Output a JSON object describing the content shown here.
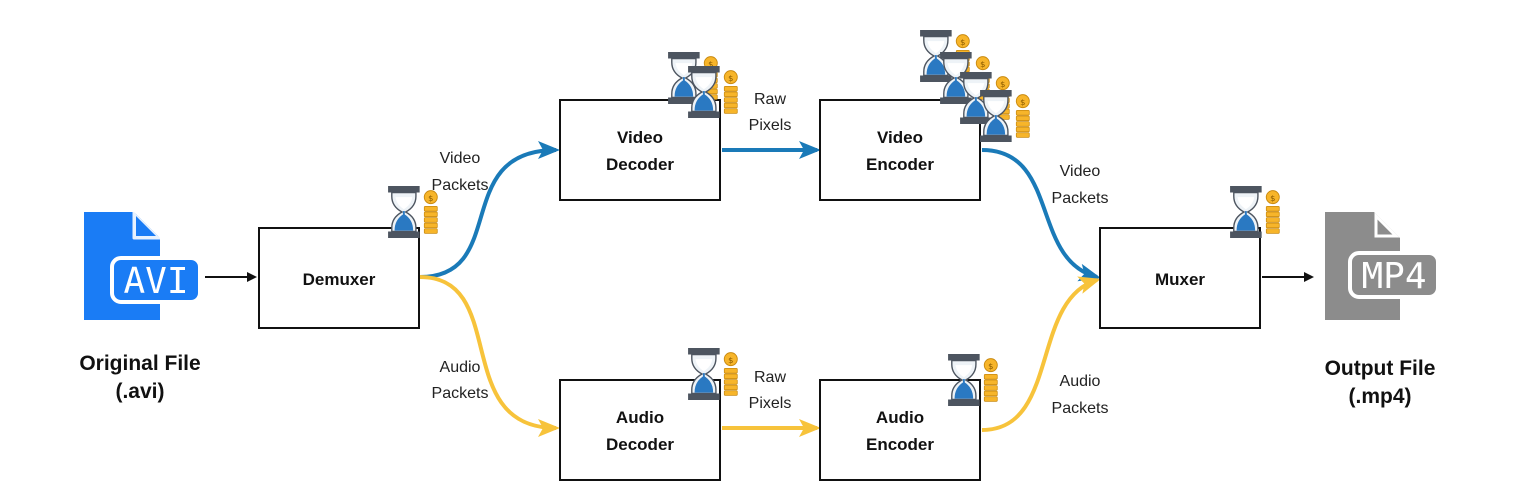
{
  "input_file": {
    "badge": "AVI",
    "caption_line1": "Original File",
    "caption_line2": "(.avi)",
    "color": "#1a7cf5"
  },
  "output_file": {
    "badge": "MP4",
    "caption_line1": "Output File",
    "caption_line2": "(.mp4)",
    "color": "#8c8c8c"
  },
  "stages": {
    "demuxer": {
      "line1": "Demuxer",
      "line2": ""
    },
    "video_decoder": {
      "line1": "Video",
      "line2": "Decoder"
    },
    "video_encoder": {
      "line1": "Video",
      "line2": "Encoder"
    },
    "audio_decoder": {
      "line1": "Audio",
      "line2": "Decoder"
    },
    "audio_encoder": {
      "line1": "Audio",
      "line2": "Encoder"
    },
    "muxer": {
      "line1": "Muxer",
      "line2": ""
    }
  },
  "edge_labels": {
    "demux_to_video": {
      "line1": "Video",
      "line2": "Packets"
    },
    "demux_to_audio": {
      "line1": "Audio",
      "line2": "Packets"
    },
    "video_raw": {
      "line1": "Raw",
      "line2": "Pixels"
    },
    "audio_raw": {
      "line1": "Raw",
      "line2": "Pixels"
    },
    "video_to_mux": {
      "line1": "Video",
      "line2": "Packets"
    },
    "audio_to_mux": {
      "line1": "Audio",
      "line2": "Packets"
    }
  },
  "colors": {
    "video_path": "#1a7ab8",
    "audio_path": "#f7c33b",
    "box_border": "#111111"
  },
  "cost_icons": {
    "demuxer": 1,
    "video_decoder": 2,
    "video_encoder": 4,
    "audio_decoder": 1,
    "audio_encoder": 1,
    "muxer": 1,
    "icon_name": "hourglass-coins-icon"
  }
}
